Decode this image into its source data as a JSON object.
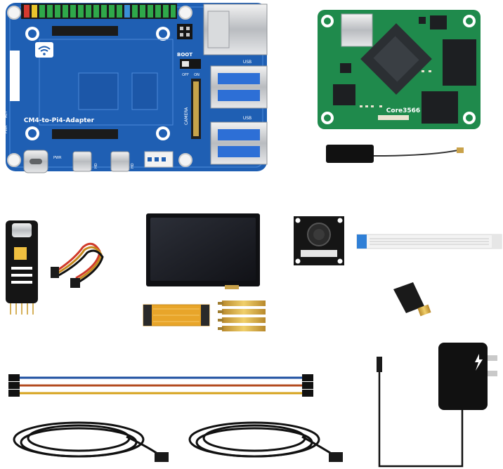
{
  "adapter_board": {
    "board_label": "CM4-to-Pi4-Adapter",
    "boot_label": "BOOT",
    "switch_off_label": "OFF",
    "switch_on_label": "ON",
    "camera_label": "CAMERA",
    "usb_label_1": "USB",
    "usb_label_2": "USB",
    "pwr_label": "PWR",
    "pwr_led_label": "PWR",
    "act_led_label": "ACT",
    "hd_label_1": "HD",
    "hd_label_2": "HD"
  },
  "core_module": {
    "module_label": "Core3566"
  },
  "colors": {
    "adapter_pcb": "#1f5fb3",
    "core_pcb": "#1f8a4c",
    "display_screen": "#1b1d24",
    "fpc_cable": "#e8a52a",
    "jumper_wire_1": "#1d4fa0",
    "jumper_wire_2": "#b34b20",
    "jumper_wire_3": "#d6a21a"
  }
}
